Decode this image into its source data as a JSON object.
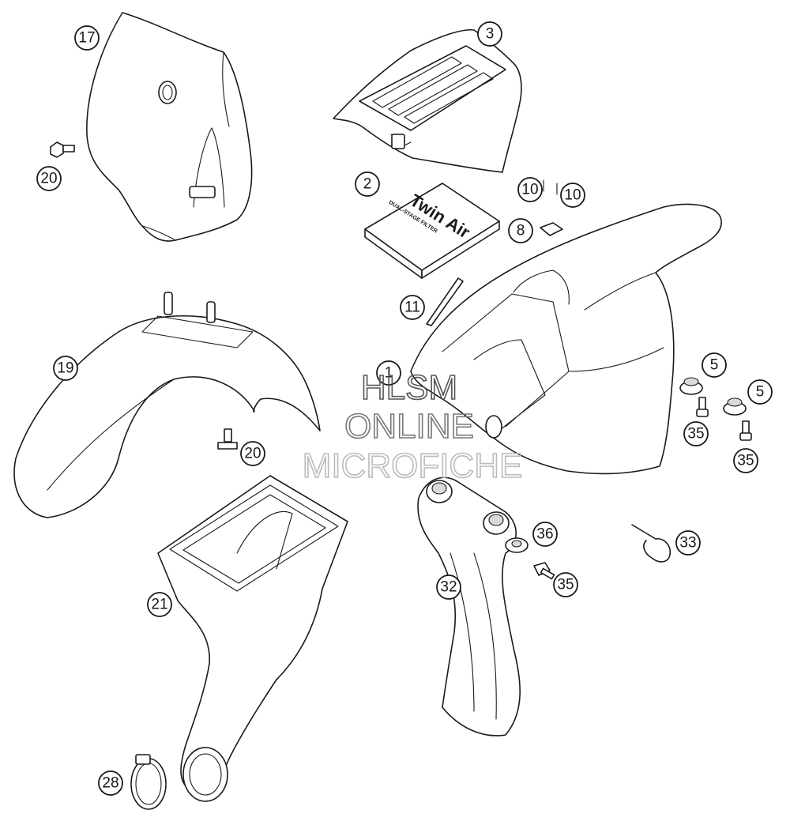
{
  "diagram": {
    "callouts": [
      {
        "id": "c17",
        "label": "17"
      },
      {
        "id": "c20a",
        "label": "20"
      },
      {
        "id": "c3",
        "label": "3"
      },
      {
        "id": "c2",
        "label": "2"
      },
      {
        "id": "c10a",
        "label": "10"
      },
      {
        "id": "c10b",
        "label": "10"
      },
      {
        "id": "c8",
        "label": "8"
      },
      {
        "id": "c11",
        "label": "11"
      },
      {
        "id": "c19",
        "label": "19"
      },
      {
        "id": "c1",
        "label": "1"
      },
      {
        "id": "c5a",
        "label": "5"
      },
      {
        "id": "c5b",
        "label": "5"
      },
      {
        "id": "c35a",
        "label": "35"
      },
      {
        "id": "c35b",
        "label": "35"
      },
      {
        "id": "c20b",
        "label": "20"
      },
      {
        "id": "c36",
        "label": "36"
      },
      {
        "id": "c33",
        "label": "33"
      },
      {
        "id": "c35c",
        "label": "35"
      },
      {
        "id": "c32",
        "label": "32"
      },
      {
        "id": "c21",
        "label": "21"
      },
      {
        "id": "c28",
        "label": "28"
      }
    ],
    "filter_box": {
      "brand": "Twin Air",
      "subtitle": "DUAL-STAGE FILTER"
    },
    "watermark": {
      "line1": "HLSM",
      "line2": "ONLINE",
      "line3": "MICROFICHE"
    }
  }
}
